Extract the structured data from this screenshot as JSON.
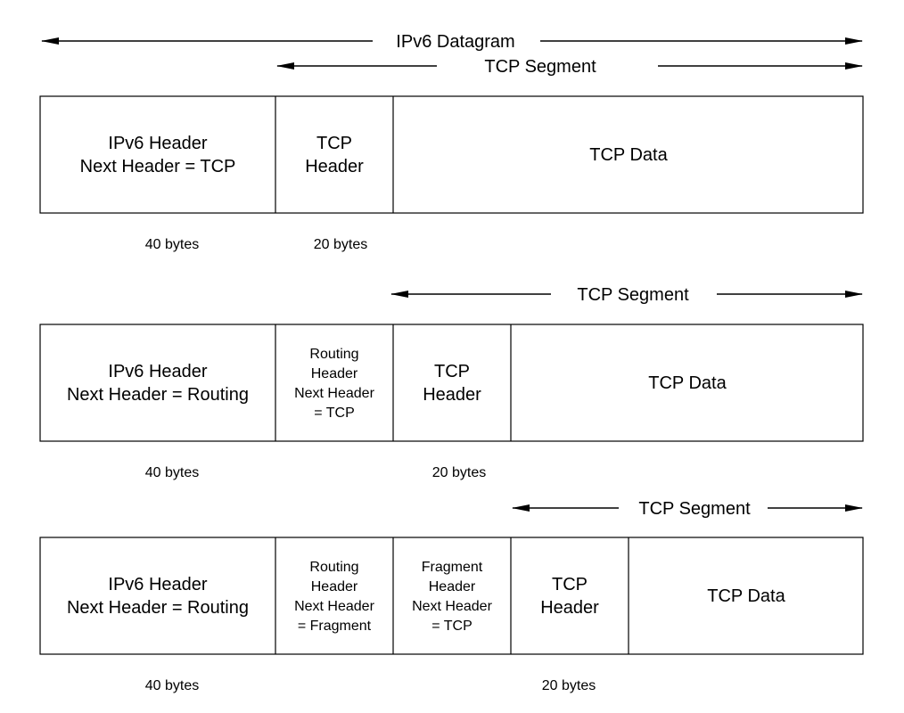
{
  "arrows": {
    "datagram": "IPv6 Datagram",
    "segment1": "TCP Segment",
    "segment2": "TCP Segment",
    "segment3": "TCP Segment"
  },
  "row1": {
    "ipv6": [
      "IPv6 Header",
      "Next Header = TCP"
    ],
    "tcp_header": [
      "TCP",
      "Header"
    ],
    "tcp_data": "TCP Data",
    "bytes_ipv6": "40 bytes",
    "bytes_tcp": "20 bytes"
  },
  "row2": {
    "ipv6": [
      "IPv6 Header",
      "Next Header = Routing"
    ],
    "routing": [
      "Routing",
      "Header",
      "Next Header",
      "= TCP"
    ],
    "tcp_header": [
      "TCP",
      "Header"
    ],
    "tcp_data": "TCP Data",
    "bytes_ipv6": "40 bytes",
    "bytes_tcp": "20 bytes"
  },
  "row3": {
    "ipv6": [
      "IPv6 Header",
      "Next Header = Routing"
    ],
    "routing": [
      "Routing",
      "Header",
      "Next Header",
      "= Fragment"
    ],
    "fragment": [
      "Fragment",
      "Header",
      "Next Header",
      "= TCP"
    ],
    "tcp_header": [
      "TCP",
      "Header"
    ],
    "tcp_data": "TCP Data",
    "bytes_ipv6": "40 bytes",
    "bytes_tcp": "20 bytes"
  }
}
